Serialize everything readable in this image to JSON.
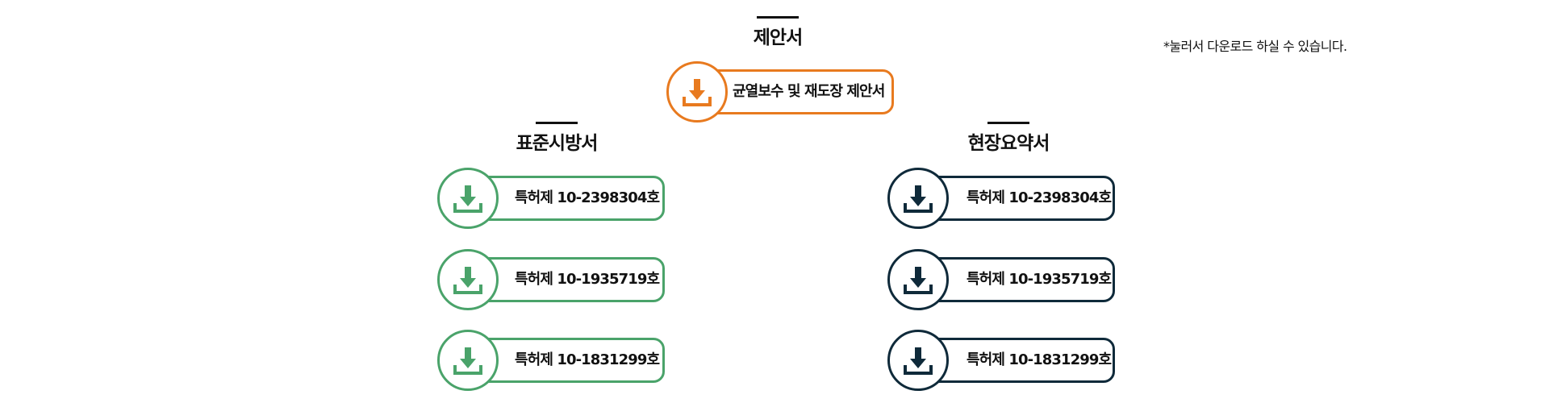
{
  "proposal": {
    "title": "제안서",
    "note": "*눌러서 다운로드 하실 수 있습니다.",
    "item": {
      "label": "균열보수 및 재도장 제안서",
      "icon": "download-icon",
      "color": "#e87a1f"
    }
  },
  "standard_spec": {
    "title": "표준시방서",
    "color": "#4aa36a",
    "items": [
      {
        "label": "특허제 10-2398304호",
        "icon": "download-icon"
      },
      {
        "label": "특허제 10-1935719호",
        "icon": "download-icon"
      },
      {
        "label": "특허제 10-1831299호",
        "icon": "download-icon"
      }
    ]
  },
  "site_summary": {
    "title": "현장요약서",
    "color": "#0f2a3a",
    "items": [
      {
        "label": "특허제 10-2398304호",
        "icon": "download-icon"
      },
      {
        "label": "특허제 10-1935719호",
        "icon": "download-icon"
      },
      {
        "label": "특허제 10-1831299호",
        "icon": "download-icon"
      }
    ]
  }
}
